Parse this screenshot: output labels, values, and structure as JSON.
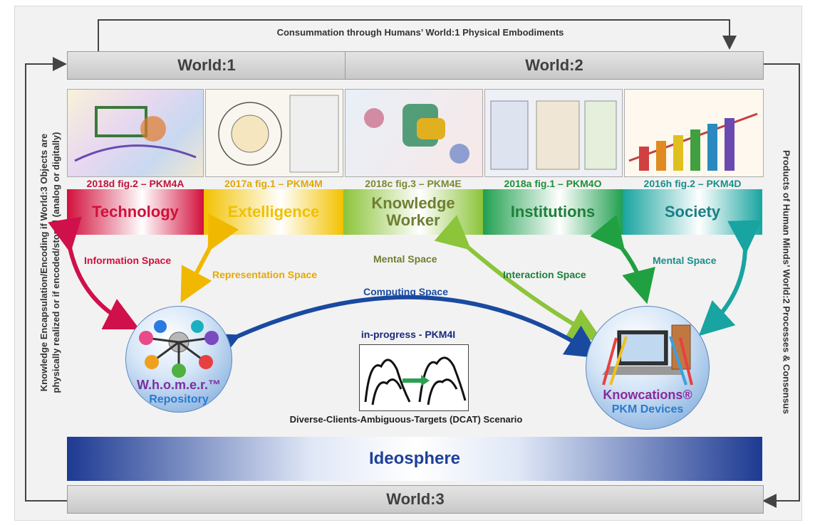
{
  "top_arrow_label": "Consummation through Humans’ World:1 Physical Embodiments",
  "worlds": {
    "w1": "World:1",
    "w2": "World:2",
    "w3": "World:3"
  },
  "left_label": [
    "Knowledge Encapsulation/Encoding if World:3 Objects are",
    "physically realized or if encoded/stored (analog or digitally)"
  ],
  "right_label": "Products of Human Minds’ World:2 Processes & Consensus",
  "references": [
    {
      "text": "2018d fig.2 – PKM4A",
      "color": "#c0143c"
    },
    {
      "text": "2017a fig.1 – PKM4M",
      "color": "#e0a800"
    },
    {
      "text": "2018c fig.3 – PKM4E",
      "color": "#7a8a30"
    },
    {
      "text": "2018a fig.1 – PKM4O",
      "color": "#1f8f3a"
    },
    {
      "text": "2016h fig.2 – PKM4D",
      "color": "#1a8f8a"
    }
  ],
  "categories": [
    {
      "label": "Technology",
      "text_color": "#d0103a"
    },
    {
      "label": "Extelligence",
      "text_color": "#f0c000"
    },
    {
      "label": "Knowledge Worker",
      "text_color": "#6f7f30"
    },
    {
      "label": "Institutions",
      "text_color": "#1e7f3a"
    },
    {
      "label": "Society",
      "text_color": "#1a7f86"
    }
  ],
  "spaces": {
    "information": "Information Space",
    "representation": "Representation Space",
    "mental_left": "Mental Space",
    "interaction": "Interaction Space",
    "mental_right": "Mental Space",
    "computing": "Computing Space"
  },
  "center": {
    "progress": "in-progress - PKM4I",
    "scenario": "Diverse-Clients-Ambiguous-Targets (DCAT) Scenario"
  },
  "whomer": {
    "name": "W.h.o.m.e.r.™",
    "sub": "Repository"
  },
  "knowcations": {
    "name": "Knowcations®",
    "sub": "PKM Devices"
  },
  "ideosphere": "Ideosphere"
}
